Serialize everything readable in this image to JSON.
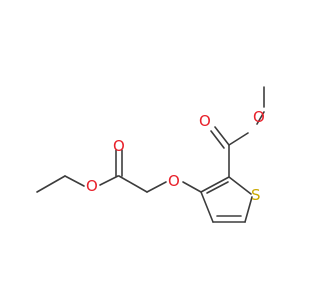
{
  "molecule": {
    "atoms": [
      {
        "id": "O_ester_carbonyl",
        "symbol": "O",
        "color": "#e8202a"
      },
      {
        "id": "O_ester_methoxy",
        "symbol": "O",
        "color": "#e8202a"
      },
      {
        "id": "O_acetate_carbonyl",
        "symbol": "O",
        "color": "#e8202a"
      },
      {
        "id": "O_acetate_ethoxy",
        "symbol": "O",
        "color": "#e8202a"
      },
      {
        "id": "O_ether",
        "symbol": "O",
        "color": "#e8202a"
      },
      {
        "id": "S_thiophene",
        "symbol": "S",
        "color": "#c9a800"
      }
    ],
    "bond_color": "#3c3c3c"
  }
}
